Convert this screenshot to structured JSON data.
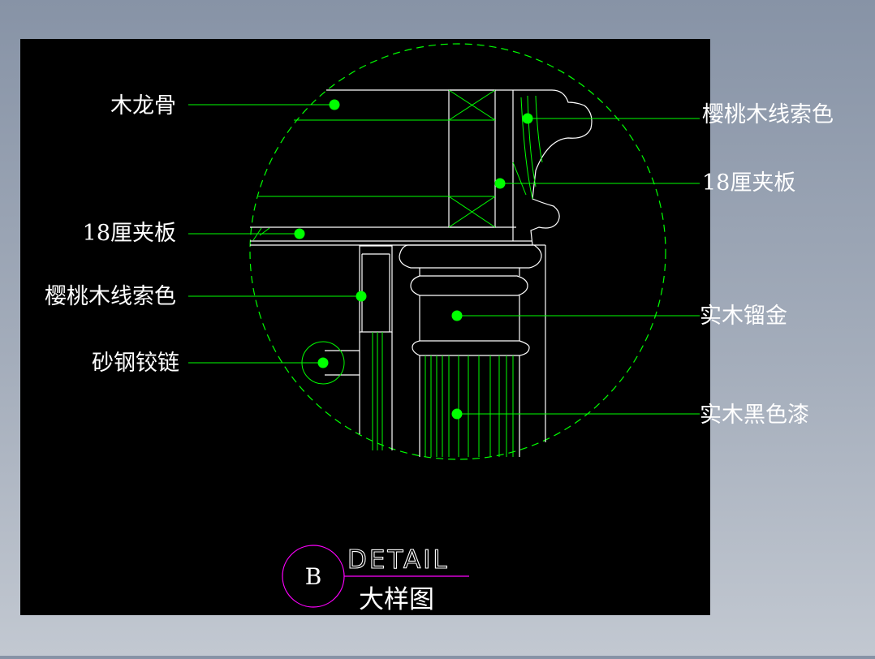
{
  "labels": {
    "left": [
      "木龙骨",
      "18厘夹板",
      "樱桃木线索色",
      "砂钢铰链"
    ],
    "right": [
      "樱桃木线索色",
      "18厘夹板",
      "实木镏金",
      "实木黑色漆"
    ]
  },
  "title_block": {
    "letter": "B",
    "title_en": "DETAIL",
    "title_cn": "大样图"
  },
  "colors": {
    "background": "#000000",
    "line": "#ffffff",
    "leader": "#00ff00",
    "detail_circle": "#00ff00",
    "marker": "#00ff00",
    "title_circle": "#ff00ff"
  }
}
